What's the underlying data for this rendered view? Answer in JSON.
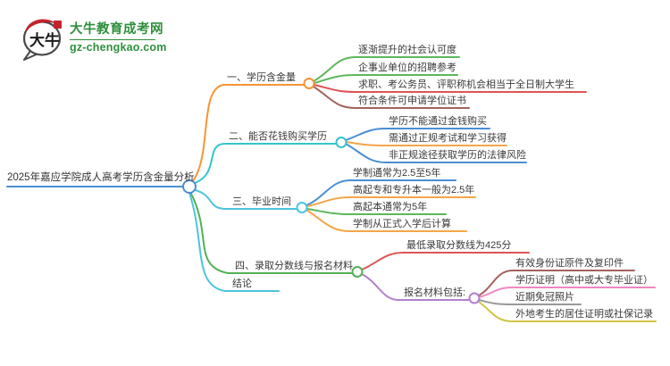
{
  "logo": {
    "mark_text": "大牛",
    "site_name": "大牛教育成考网",
    "site_domain": "gz-chengkao.com"
  },
  "colors": {
    "blue": "#4a8fd3",
    "orange": "#f79433",
    "light_orange": "#f5a54a",
    "green": "#5cb85c",
    "dark_green": "#53b156",
    "red": "#dd5555",
    "brown": "#a2635c",
    "teal": "#35c4cb",
    "cyan": "#4cc4e0",
    "purple": "#b27fd0",
    "pink": "#f087c0",
    "gray": "#999999",
    "olive": "#d0c544",
    "logo_green": "#2e8f3c",
    "logo_red": "#c4232b",
    "text_dark": "#3a3a3a",
    "white": "#ffffff"
  },
  "mindmap": {
    "root": {
      "label": "2025年嘉应学院成人高考学历含金量分析"
    },
    "branches": [
      {
        "label": "一、学历含金量",
        "children": [
          {
            "label": "逐渐提升的社会认可度"
          },
          {
            "label": "企事业单位的招聘参考"
          },
          {
            "label": "求职、考公务员、评职称机会相当于全日制大学生"
          },
          {
            "label": "符合条件可申请学位证书"
          }
        ]
      },
      {
        "label": "二、能否花钱购买学历",
        "children": [
          {
            "label": "学历不能通过金钱购买"
          },
          {
            "label": "需通过正规考试和学习获得"
          },
          {
            "label": "非正规途径获取学历的法律风险"
          }
        ]
      },
      {
        "label": "三、毕业时间",
        "children": [
          {
            "label": "学制通常为2.5至5年"
          },
          {
            "label": "高起专和专升本一般为2.5年"
          },
          {
            "label": "高起本通常为5年"
          },
          {
            "label": "学制从正式入学后计算"
          }
        ]
      },
      {
        "label": "四、录取分数线与报名材料",
        "children": [
          {
            "label": "最低录取分数线为425分"
          },
          {
            "label": "报名材料包括:",
            "children": [
              {
                "label": "有效身份证原件及复印件"
              },
              {
                "label": "学历证明（高中或大专毕业证）"
              },
              {
                "label": "近期免冠照片"
              },
              {
                "label": "外地考生的居住证明或社保记录"
              }
            ]
          }
        ]
      },
      {
        "label": "结论",
        "children": []
      }
    ]
  }
}
